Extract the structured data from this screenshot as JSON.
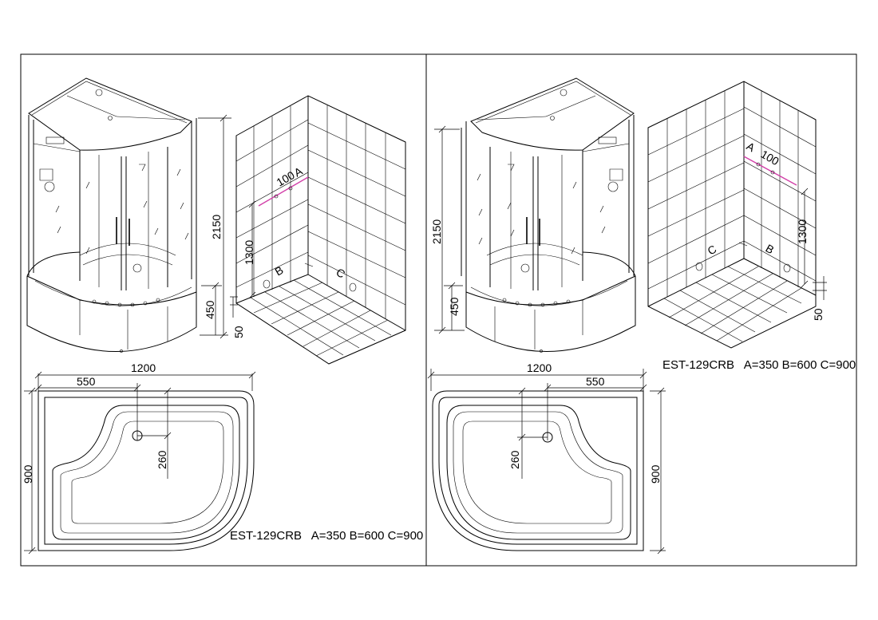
{
  "left_panel": {
    "height_total": "2150",
    "height_tray": "450",
    "wall_offset_a": "100",
    "label_a": "A",
    "label_b": "B",
    "label_c": "C",
    "height_mixer": "1300",
    "floor_gap": "50",
    "width_total": "1200",
    "drain_offset_x": "550",
    "depth_total": "900",
    "drain_offset_y": "260",
    "model_text": "EST-129CRB   A=350 B=600 C=900"
  },
  "right_panel": {
    "height_total": "2150",
    "height_tray": "450",
    "wall_offset_a": "100",
    "label_a": "A",
    "label_b": "B",
    "label_c": "C",
    "height_mixer": "1300",
    "floor_gap": "50",
    "width_total": "1200",
    "drain_offset_x": "550",
    "depth_total": "900",
    "drain_offset_y": "260",
    "model_text": "EST-129CRB   A=350 B=600 C=900"
  }
}
